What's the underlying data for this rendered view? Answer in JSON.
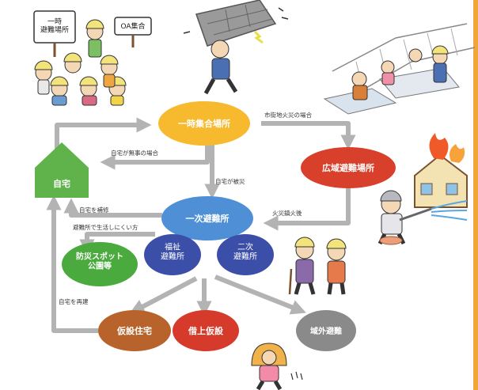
{
  "nodes": {
    "home": "自宅",
    "temporary_assembly": "一時集合場所",
    "wide_area_evacuation": "広域避難場所",
    "primary_shelter": "一次避難所",
    "welfare_shelter": "福祉\n避難所",
    "secondary_shelter": "二次\n避難所",
    "disaster_spot": "防災スポット\n公園等",
    "temporary_housing": "仮設住宅",
    "tent_shelter": "借上仮設",
    "out_of_area": "域外避難"
  },
  "edges": {
    "urban_fire": "市街地火災の場合",
    "home_safe": "自宅が無事の場合",
    "home_damaged": "自宅が被災",
    "fire_extinguished": "火災鎮火後",
    "repair_home": "自宅を補修",
    "hard_to_live": "避難所で生活しにくい方",
    "rebuild_home": "自宅を再建"
  },
  "illustration_text": {
    "sign_left": "一時\n避難場所",
    "sign_right": "OA集合"
  },
  "colors": {
    "yellow": "#f7b92e",
    "red": "#d9402b",
    "blue": "#4f8fd6",
    "indigo": "#3b4fa8",
    "green": "#4aaa3d",
    "brown": "#b7632b",
    "crimson": "#d63a2b",
    "gray": "#8a8a8a",
    "house": "#5fb34a",
    "arrow": "#b9b9b9"
  }
}
